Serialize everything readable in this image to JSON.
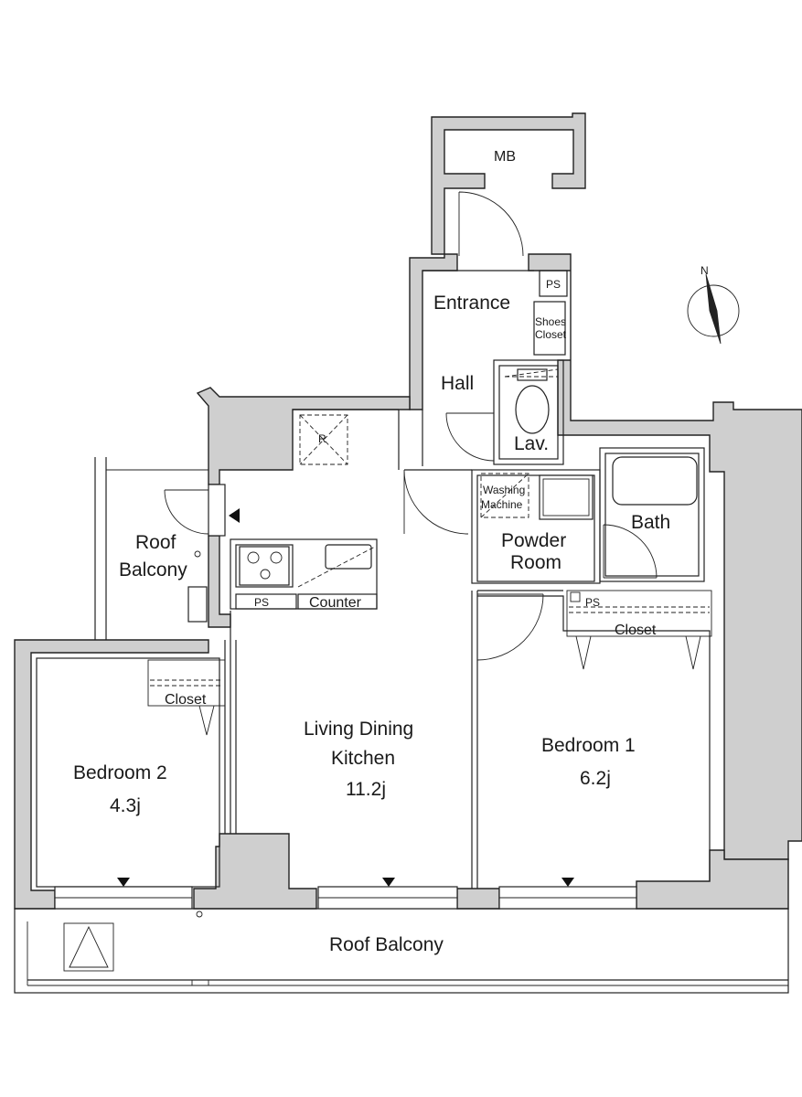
{
  "rooms": {
    "mb": "MB",
    "ps_top": "PS",
    "entrance": "Entrance",
    "shoes_closet_1": "Shoes",
    "shoes_closet_2": "Closet",
    "hall": "Hall",
    "lav": "Lav.",
    "refrigerator": "R",
    "washing_machine_1": "Washing",
    "washing_machine_2": "Machine",
    "powder_room_1": "Powder",
    "powder_room_2": "Room",
    "bath": "Bath",
    "roof_balcony_side_1": "Roof",
    "roof_balcony_side_2": "Balcony",
    "ps_kitchen": "PS",
    "counter": "Counter",
    "ps_bedroom1": "PS",
    "closet_bedroom1": "Closet",
    "closet_bedroom2": "Closet",
    "ldk_1": "Living Dining",
    "ldk_2": "Kitchen",
    "ldk_size": "11.2j",
    "bedroom1": "Bedroom 1",
    "bedroom1_size": "6.2j",
    "bedroom2": "Bedroom 2",
    "bedroom2_size": "4.3j",
    "roof_balcony_main": "Roof Balcony"
  },
  "compass": {
    "north_label": "N"
  },
  "colors": {
    "wall_fill": "#cfcfcf",
    "line": "#222222",
    "background": "#ffffff"
  }
}
